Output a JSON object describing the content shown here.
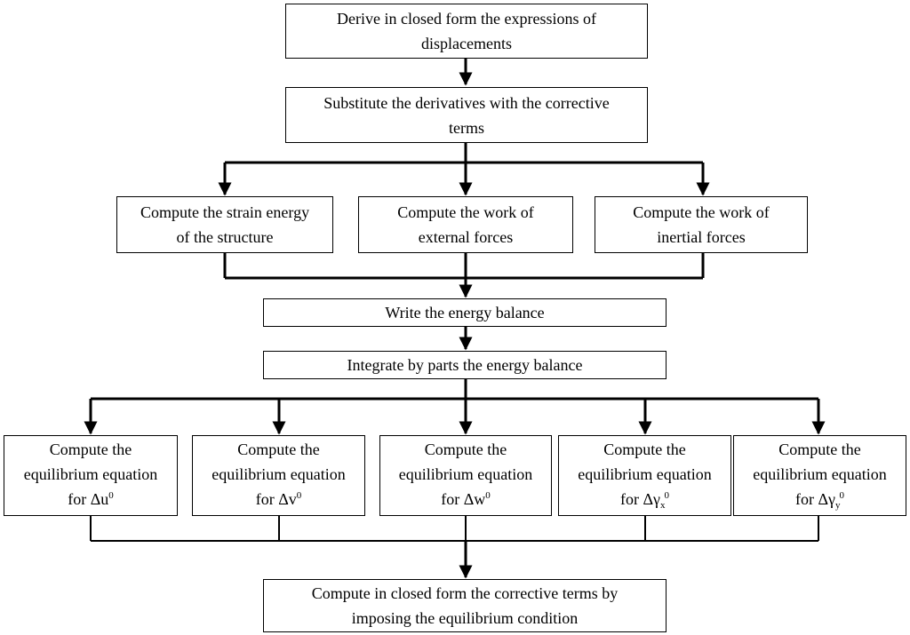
{
  "steps": {
    "derive": [
      "Derive in closed form the expressions of",
      "displacements"
    ],
    "substitute": [
      "Substitute the derivatives with the corrective",
      "terms"
    ],
    "strain_energy": [
      "Compute the strain energy",
      "of the structure"
    ],
    "external_work": [
      "Compute the work of",
      "external forces"
    ],
    "inertial_work": [
      "Compute the work of",
      "inertial forces"
    ],
    "energy_balance": "Write the energy balance",
    "integrate": "Integrate by parts the energy balance",
    "eq_u": {
      "line1": "Compute the",
      "line2": "equilibrium  equation",
      "prefix": "for Δu",
      "sup": "0"
    },
    "eq_v": {
      "line1": "Compute the",
      "line2": "equilibrium  equation",
      "prefix": "for Δv",
      "sup": "0"
    },
    "eq_w": {
      "line1": "Compute the",
      "line2": "equilibrium  equation",
      "prefix": "for Δw",
      "sup": "0"
    },
    "eq_gx": {
      "line1": "Compute the",
      "line2": "equilibrium  equation",
      "prefix": "for Δγ",
      "sub": "x",
      "sup": "0"
    },
    "eq_gy": {
      "line1": "Compute the",
      "line2": "equilibrium  equation",
      "prefix": "for Δγ",
      "sub": "y",
      "sup": "0"
    },
    "final": [
      "Compute in closed form the corrective terms by",
      "imposing the equilibrium condition"
    ]
  }
}
